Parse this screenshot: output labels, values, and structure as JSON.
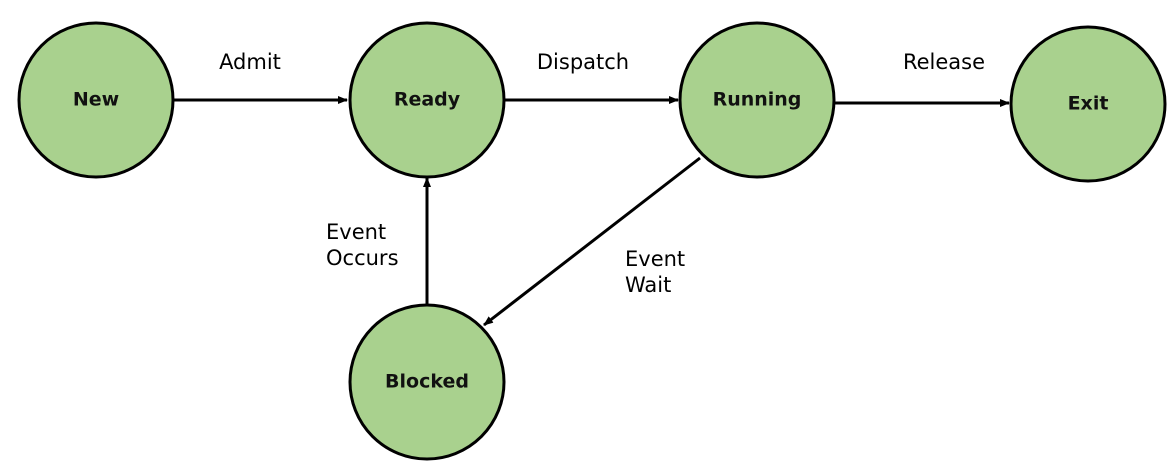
{
  "colors": {
    "state_fill": "#a9d18e",
    "outline": "#000000",
    "text": "#111111"
  },
  "states": {
    "new": "New",
    "ready": "Ready",
    "running": "Running",
    "exit": "Exit",
    "blocked": "Blocked"
  },
  "transitions": {
    "admit": "Admit",
    "dispatch": "Dispatch",
    "release": "Release",
    "event_occurs": [
      "Event",
      "Occurs"
    ],
    "event_wait": [
      "Event",
      "Wait"
    ]
  }
}
